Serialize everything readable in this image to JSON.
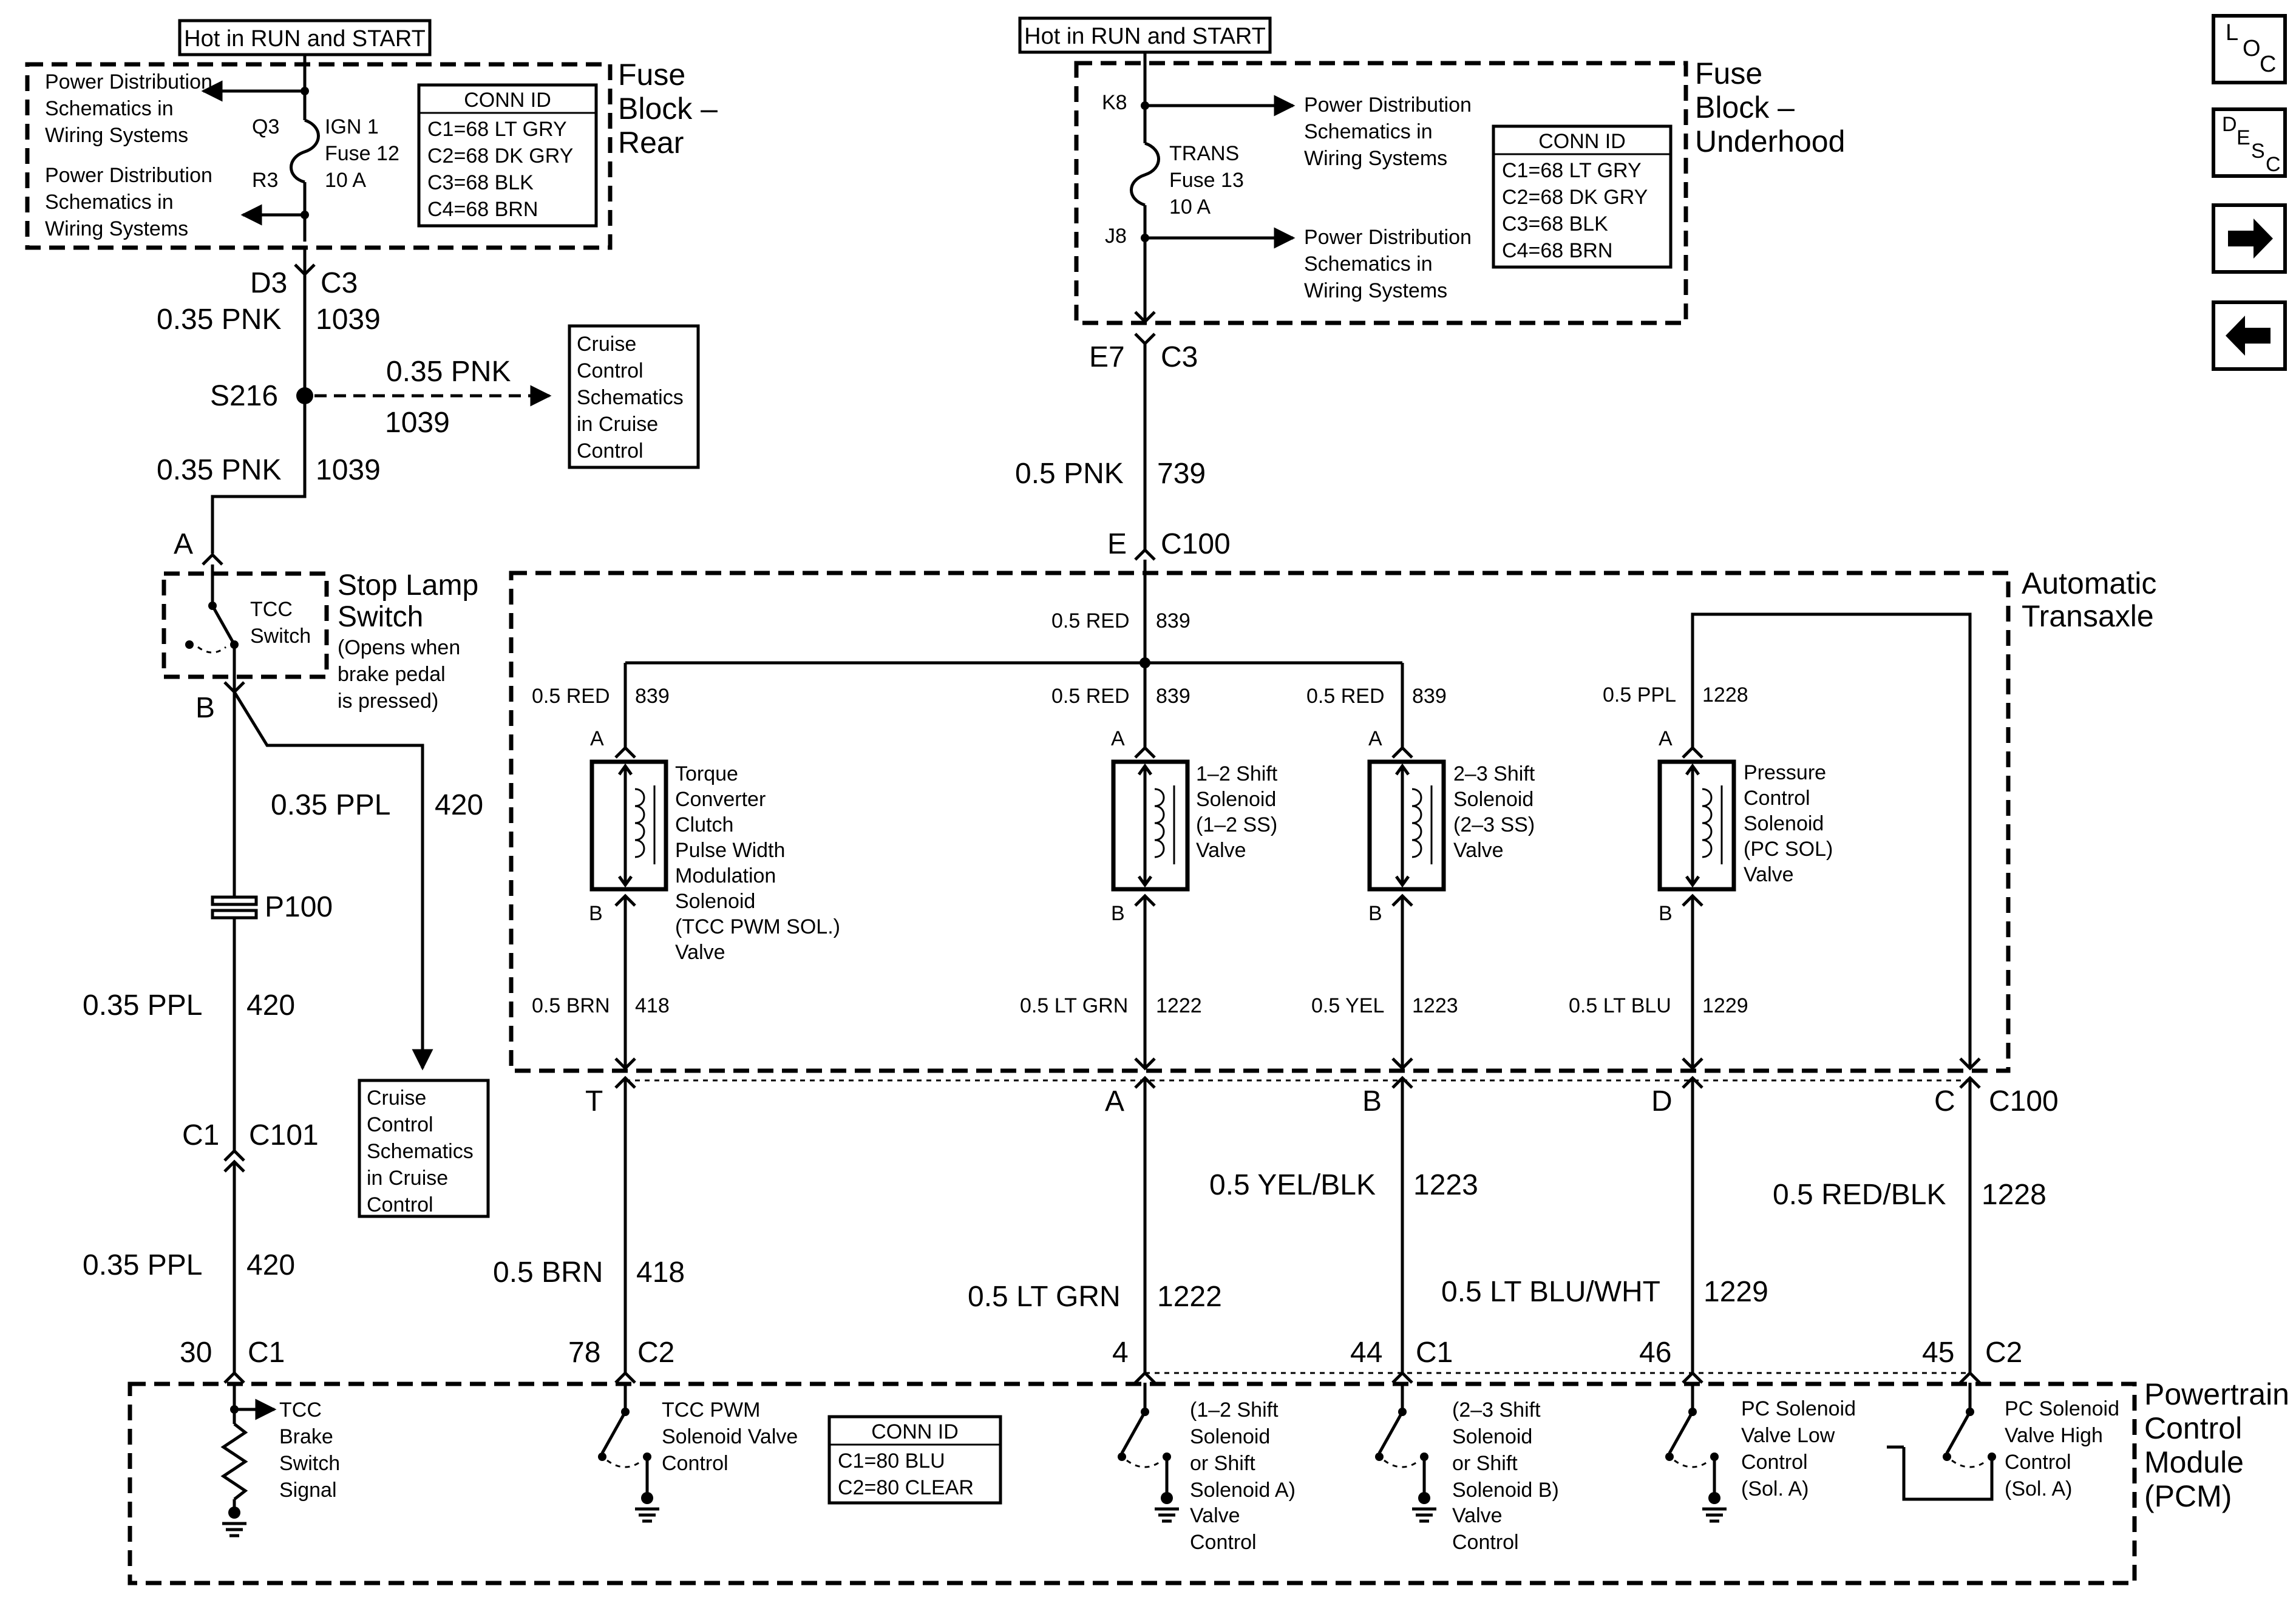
{
  "hot_left": "Hot in RUN and START",
  "hot_right": "Hot in RUN and START",
  "fuse_rear": {
    "title": [
      "Fuse",
      "Block –",
      "Rear"
    ],
    "pd1": [
      "Power Distribution",
      "Schematics in",
      "Wiring Systems"
    ],
    "pd2": [
      "Power Distribution",
      "Schematics in",
      "Wiring Systems"
    ],
    "q3": "Q3",
    "r3": "R3",
    "fuse": [
      "IGN 1",
      "Fuse 12",
      "10 A"
    ],
    "conn": [
      "CONN ID",
      "C1=68 LT GRY",
      "C2=68 DK GRY",
      "C3=68 BLK",
      "C4=68 BRN"
    ]
  },
  "fuse_underhood": {
    "title": [
      "Fuse",
      "Block –",
      "Underhood"
    ],
    "k8": "K8",
    "j8": "J8",
    "pd1": [
      "Power Distribution",
      "Schematics in",
      "Wiring Systems"
    ],
    "pd2": [
      "Power Distribution",
      "Schematics in",
      "Wiring Systems"
    ],
    "fuse": [
      "TRANS",
      "Fuse 13",
      "10 A"
    ],
    "conn": [
      "CONN ID",
      "C1=68 LT GRY",
      "C2=68 DK GRY",
      "C3=68 BLK",
      "C4=68 BRN"
    ]
  },
  "left": {
    "d3": "D3",
    "c3": "C3",
    "w1_color": "0.35 PNK",
    "w1_num": "1039",
    "s216": "S216",
    "branch_color": "0.35 PNK",
    "branch_num": "1039",
    "cruise1": [
      "Cruise",
      "Control",
      "Schematics",
      "in Cruise",
      "Control"
    ],
    "w2_color": "0.35 PNK",
    "w2_num": "1039",
    "a": "A",
    "stop_lamp": [
      "Stop Lamp",
      "Switch"
    ],
    "stop_note": [
      "(Opens when",
      "brake pedal",
      "is pressed)"
    ],
    "tcc_switch": [
      "TCC",
      "Switch"
    ],
    "b": "B",
    "ppl_color": "0.35  PPL",
    "ppl_num": "420",
    "p100": "P100",
    "w3_color": "0.35  PPL",
    "w3_num": "420",
    "cruise2": [
      "Cruise",
      "Control",
      "Schematics",
      "in Cruise",
      "Control"
    ],
    "c1": "C1",
    "c101": "C101",
    "w4_color": "0.35  PPL",
    "w4_num": "420",
    "pin30": "30",
    "pin30c": "C1"
  },
  "right_top": {
    "e7": "E7",
    "c3": "C3",
    "w_color": "0.5 PNK",
    "w_num": "739",
    "e": "E",
    "c100": "C100"
  },
  "transaxle": {
    "title": [
      "Automatic",
      "Transaxle"
    ],
    "feed_color": "0.5 RED",
    "feed_num": "839",
    "sol1_top_color": "0.5 RED",
    "sol1_top_num": "839",
    "sol2_top_color": "0.5 RED",
    "sol2_top_num": "839",
    "sol3_top_color": "0.5 RED",
    "sol3_top_num": "839",
    "sol4_top_color": "0.5 PPL",
    "sol4_top_num": "1228",
    "pin_a": "A",
    "pin_b": "B",
    "sol1": [
      "Torque",
      "Converter",
      "Clutch",
      "Pulse Width",
      "Modulation",
      "Solenoid",
      "(TCC PWM SOL.)",
      "Valve"
    ],
    "sol2": [
      "1–2 Shift",
      "Solenoid",
      "(1–2 SS)",
      "Valve"
    ],
    "sol3": [
      "2–3 Shift",
      "Solenoid",
      "(2–3 SS)",
      "Valve"
    ],
    "sol4": [
      "Pressure",
      "Control",
      "Solenoid",
      "(PC SOL)",
      "Valve"
    ],
    "sol1_bot_color": "0.5 BRN",
    "sol1_bot_num": "418",
    "sol2_bot_color": "0.5 LT GRN",
    "sol2_bot_num": "1222",
    "sol3_bot_color": "0.5 YEL",
    "sol3_bot_num": "1223",
    "sol4_bot_color": "0.5 LT BLU",
    "sol4_bot_num": "1229"
  },
  "c100_pins": {
    "t": "T",
    "a": "A",
    "b": "B",
    "d": "D",
    "c": "C",
    "label": "C100"
  },
  "pcm_wires": {
    "w1_color": "0.5 BRN",
    "w1_num": "418",
    "w2_color": "0.5 LT GRN",
    "w2_num": "1222",
    "w3_color": "0.5 YEL/BLK",
    "w3_num": "1223",
    "w4_color": "0.5 LT BLU/WHT",
    "w4_num": "1229",
    "w5_color": "0.5 RED/BLK",
    "w5_num": "1228"
  },
  "pcm_pins": {
    "p78": "78",
    "p78c": "C2",
    "p4": "4",
    "p44": "44",
    "p44c": "C1",
    "p46": "46",
    "p45": "45",
    "p45c": "C2"
  },
  "pcm": {
    "title": [
      "Powertrain",
      "Control",
      "Module",
      "(PCM)"
    ],
    "tcc_brake": [
      "TCC",
      "Brake",
      "Switch",
      "Signal"
    ],
    "tcc_pwm": [
      "TCC PWM",
      "Solenoid Valve",
      "Control"
    ],
    "conn": [
      "CONN ID",
      "C1=80 BLU",
      "C2=80 CLEAR"
    ],
    "ss_a": [
      "(1–2 Shift",
      "Solenoid",
      "or Shift",
      "Solenoid A)",
      "Valve",
      "Control"
    ],
    "ss_b": [
      "(2–3 Shift",
      "Solenoid",
      "or Shift",
      "Solenoid B)",
      "Valve",
      "Control"
    ],
    "pc_low": [
      "PC Solenoid",
      "Valve Low",
      "Control",
      "(Sol. A)"
    ],
    "pc_high": [
      "PC Solenoid",
      "Valve High",
      "Control",
      "(Sol. A)"
    ]
  },
  "nav": {
    "loc": [
      "L",
      "O",
      "C"
    ],
    "desc": [
      "D",
      "E",
      "S",
      "C"
    ],
    "next_icon": "arrow-right-icon",
    "prev_icon": "arrow-left-icon"
  }
}
